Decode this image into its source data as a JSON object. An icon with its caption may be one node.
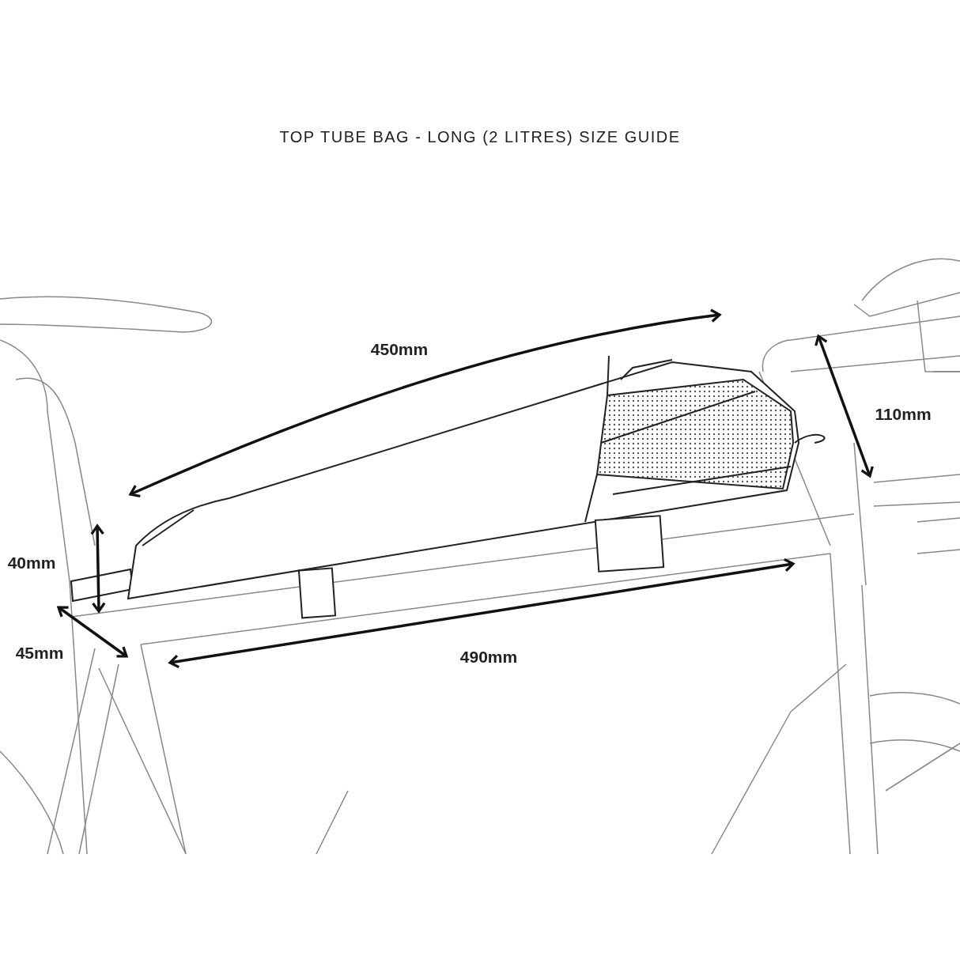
{
  "diagram": {
    "title": "TOP TUBE BAG - LONG (2 LITRES) SIZE GUIDE",
    "labels": [
      "450mm",
      "110mm",
      "40mm",
      "45mm",
      "490mm"
    ]
  }
}
